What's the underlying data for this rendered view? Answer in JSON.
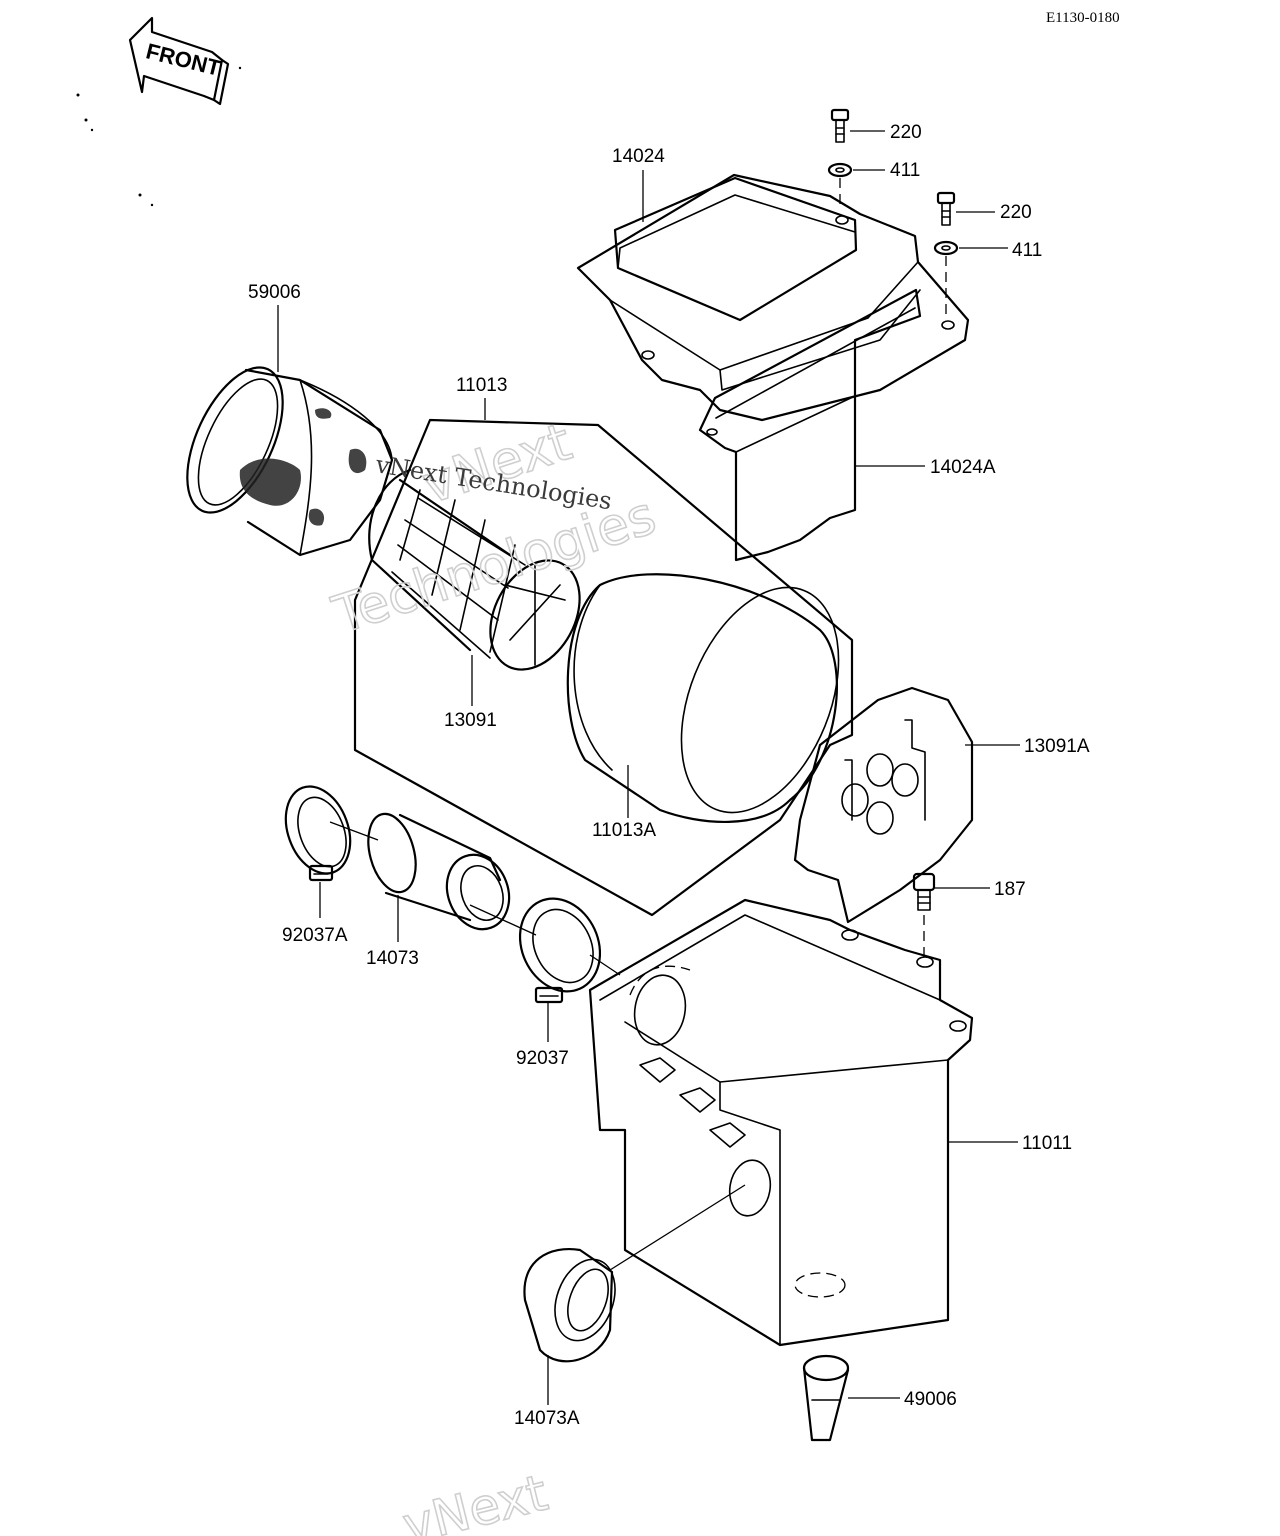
{
  "document_code": "E1130-0180",
  "direction_marker": {
    "label": "FRONT",
    "icon": "front-arrow-icon"
  },
  "parts": [
    {
      "key": "bolt_upper",
      "number": "220"
    },
    {
      "key": "washer_upper",
      "number": "411"
    },
    {
      "key": "bolt_lower",
      "number": "220"
    },
    {
      "key": "washer_lower",
      "number": "411"
    },
    {
      "key": "cover",
      "number": "14024"
    },
    {
      "key": "cover_duct",
      "number": "14024A"
    },
    {
      "key": "precleaner",
      "number": "59006"
    },
    {
      "key": "filter_assembly",
      "number": "11013"
    },
    {
      "key": "filter_frame",
      "number": "13091"
    },
    {
      "key": "filter_element",
      "number": "11013A"
    },
    {
      "key": "filter_plate",
      "number": "13091A"
    },
    {
      "key": "clamp_a",
      "number": "92037A"
    },
    {
      "key": "duct",
      "number": "14073"
    },
    {
      "key": "clamp",
      "number": "92037"
    },
    {
      "key": "screw",
      "number": "187"
    },
    {
      "key": "case",
      "number": "11011"
    },
    {
      "key": "duct_lower",
      "number": "14073A"
    },
    {
      "key": "drain_cap",
      "number": "49006"
    }
  ],
  "watermarks": {
    "brand_short": "vNext",
    "brand_line": "Technologies",
    "brand_full": "vNext Technologies"
  }
}
